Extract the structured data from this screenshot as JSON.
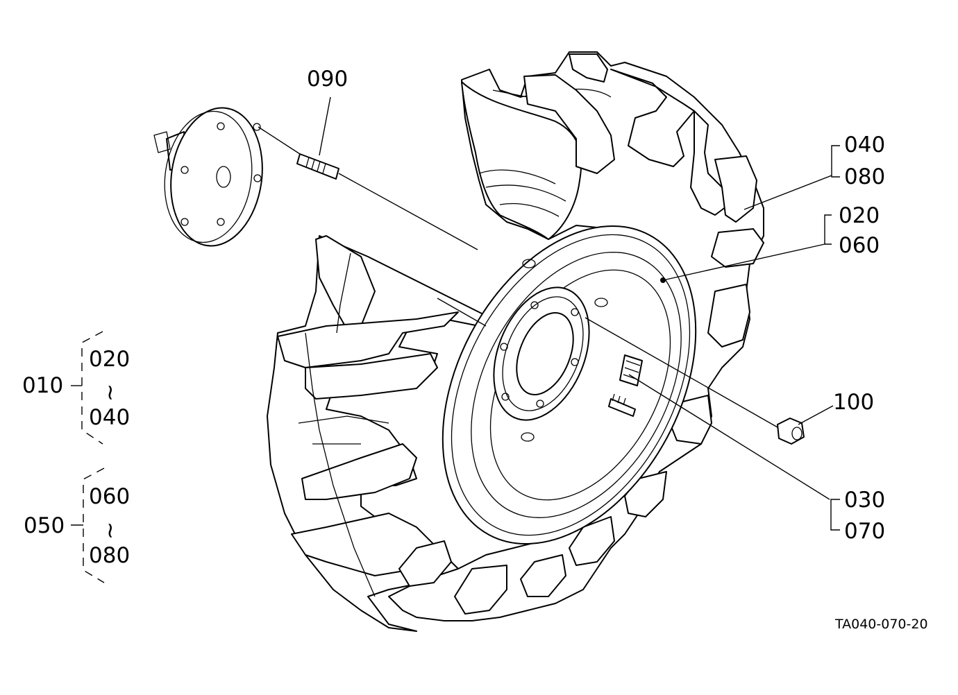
{
  "labels": {
    "p090": "090",
    "p040": "040",
    "p080": "080",
    "p020": "020",
    "p060": "060",
    "p100": "100",
    "p030": "030",
    "p070": "070",
    "g010": "010",
    "g010_from": "020",
    "g010_tilde": "~",
    "g010_to": "040",
    "g050": "050",
    "g050_from": "060",
    "g050_tilde": "~",
    "g050_to": "080"
  },
  "drawing_code": "TA040-070-20"
}
